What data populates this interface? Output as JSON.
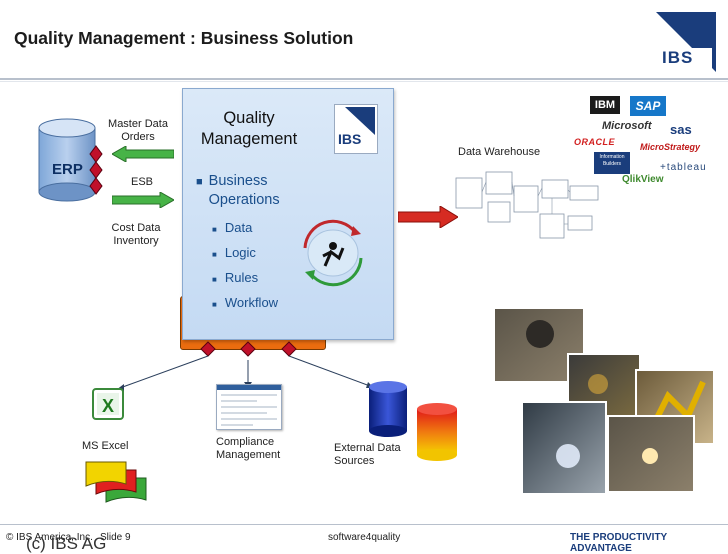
{
  "slide": {
    "title": "Quality Management : Business Solution",
    "brand_logo": "IBS",
    "accent_color": "#1a3d7c"
  },
  "erp": {
    "label": "ERP",
    "flows": {
      "top": "Master Data\nOrders",
      "mid": "ESB",
      "bottom": "Cost Data\nInventory"
    }
  },
  "qm": {
    "title": "Quality\nManagement",
    "logo": "IBS",
    "main_bullet": "Business\nOperations",
    "sub_bullets": [
      "Data",
      "Logic",
      "Rules",
      "Workflow"
    ]
  },
  "data_warehouse": {
    "label": "Data Warehouse",
    "logos": {
      "ibm": "IBM",
      "sap": "SAP",
      "microsoft": "Microsoft",
      "sas": "sas",
      "oracle": "ORACLE",
      "microstrategy": "MicroStrategy",
      "information_builders": "Information\nBuilders",
      "tableau": "+tableau",
      "qlikview": "QlikView"
    }
  },
  "sources": {
    "excel": "MS Excel",
    "compliance": "Compliance\nManagement",
    "external": "External Data\nSources"
  },
  "footer": {
    "left": "© IBS America, Inc.",
    "slide_no": "Slide 9",
    "center": "software4quality",
    "right": "THE PRODUCTIVITY ADVANTAGE",
    "watermark": "(c) IBS AG"
  }
}
